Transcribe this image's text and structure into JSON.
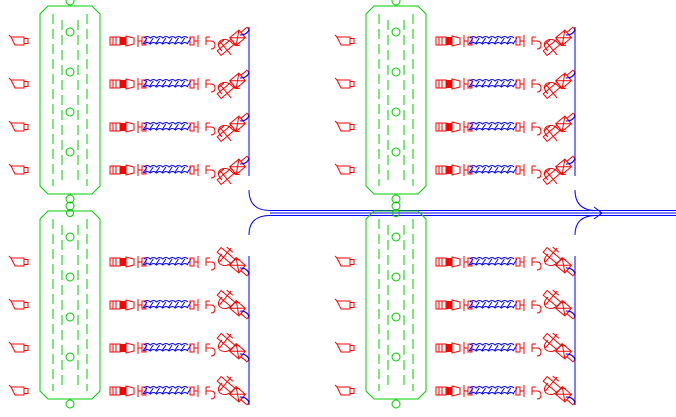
{
  "diagram": {
    "columns": 2,
    "rows_per_column": 2,
    "channels_per_block": 4
  },
  "colors": {
    "background": "#ffffff",
    "manifold": "#00cc00",
    "connector": "#ff0000",
    "hose": "#0000ff"
  },
  "icons": {
    "manifold": "manifold-block-icon",
    "nozzle": "nozzle-icon",
    "coupler": "coupler-icon",
    "hose": "braided-hose-icon",
    "fitting": "fitting-icon",
    "valve": "valve-icon"
  }
}
